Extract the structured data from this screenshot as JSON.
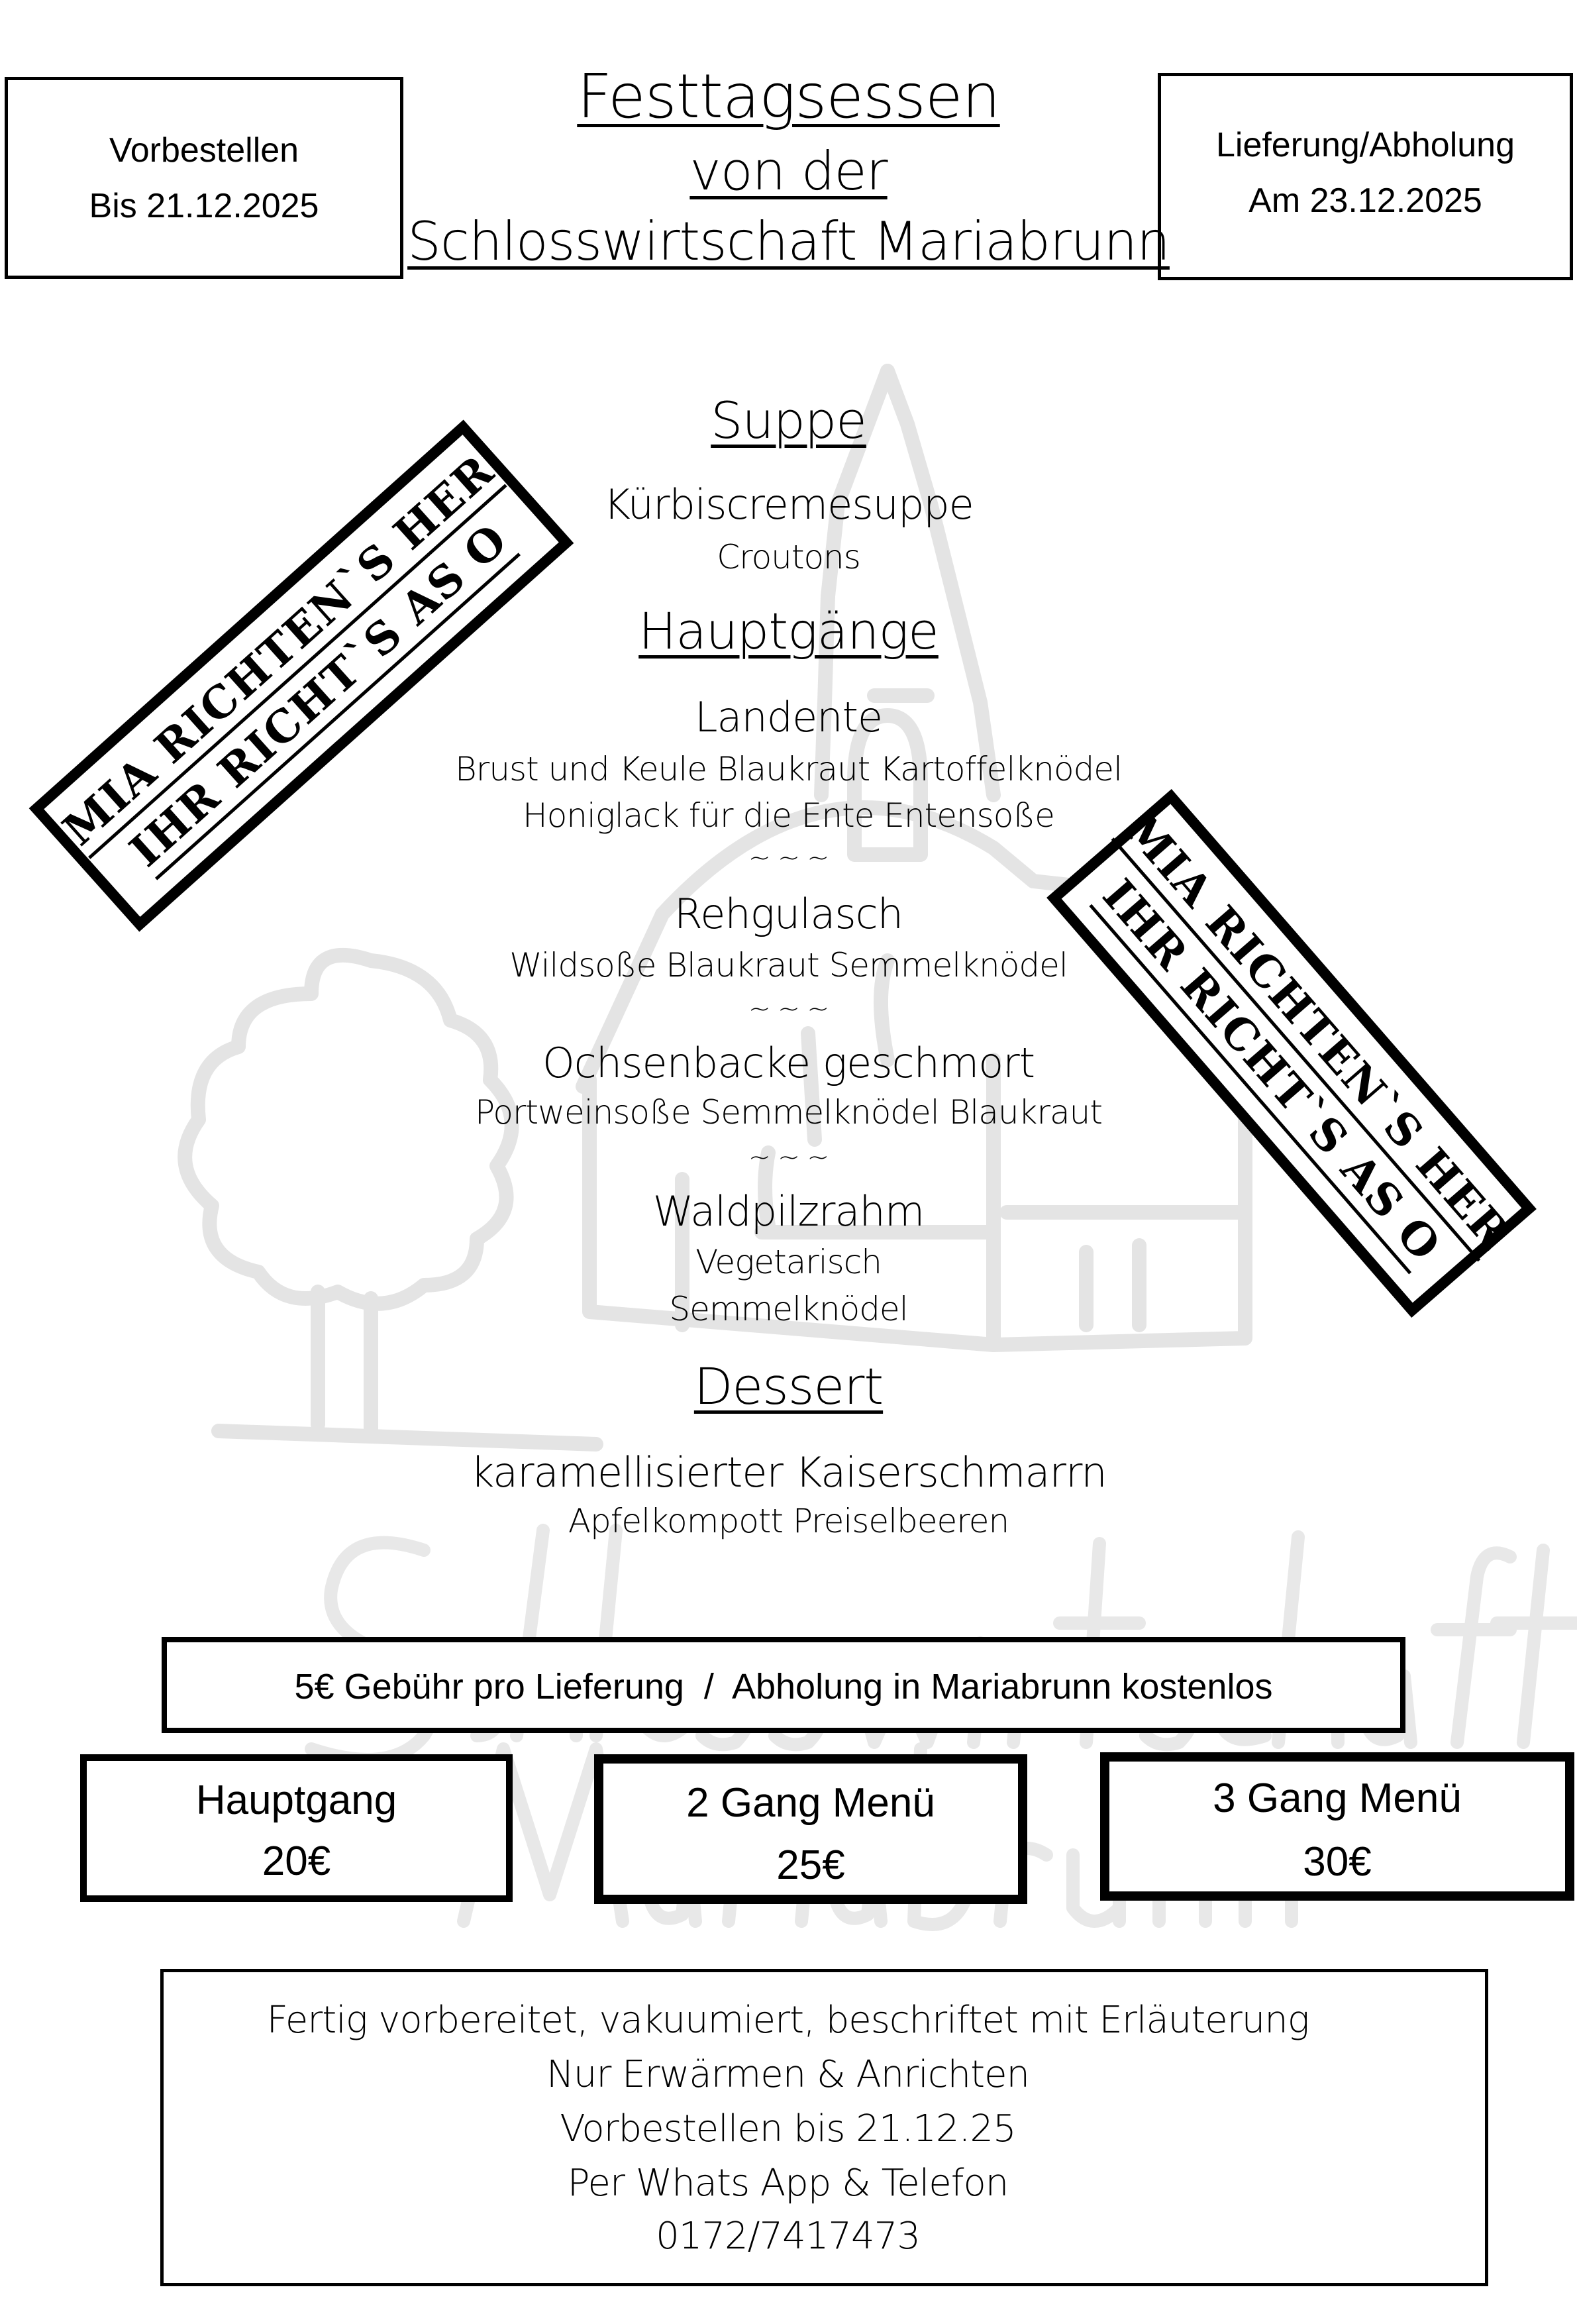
{
  "header": {
    "left_box": {
      "line1": "Vorbestellen",
      "line2": "Bis 21.12.2025"
    },
    "title": {
      "line1": "Festtagsessen",
      "line2": "von der",
      "line3": "Schlosswirtschaft Mariabrunn"
    },
    "right_box": {
      "line1": "Lieferung/Abholung",
      "line2": "Am 23.12.2025"
    }
  },
  "stamps": {
    "line1": "MIA RICHTEN`S HER",
    "line2": "IHR RICHT`S AS O"
  },
  "watermark": {
    "line1": "Schlosswirtschaft",
    "line2": "Mariabrunn"
  },
  "menu": {
    "soup": {
      "heading": "Suppe",
      "name": "Kürbiscremesuppe",
      "desc": "Croutons"
    },
    "mains": {
      "heading": "Hauptgänge",
      "separator": "~ ~ ~",
      "items": [
        {
          "name": "Landente",
          "desc": [
            "Brust und Keule Blaukraut Kartoffelknödel",
            "Honiglack für die Ente Entensoße"
          ]
        },
        {
          "name": "Rehgulasch",
          "desc": [
            "Wildsoße Blaukraut Semmelknödel"
          ]
        },
        {
          "name": "Ochsenbacke geschmort",
          "desc": [
            "Portweinsoße Semmelknödel Blaukraut"
          ]
        },
        {
          "name": "Waldpilzrahm",
          "desc": [
            "Vegetarisch",
            "Semmelknödel"
          ]
        }
      ]
    },
    "dessert": {
      "heading": "Dessert",
      "name": "karamellisierter Kaiserschmarrn",
      "desc": "Apfelkompott Preiselbeeren"
    }
  },
  "fee_note": "5€ Gebühr pro Lieferung  /  Abholung in Mariabrunn kostenlos",
  "prices": [
    {
      "label": "Hauptgang",
      "price": "20€"
    },
    {
      "label": "2 Gang Menü",
      "price": "25€"
    },
    {
      "label": "3 Gang Menü",
      "price": "30€"
    }
  ],
  "info": {
    "lines": [
      "Fertig vorbereitet, vakuumiert, beschriftet mit Erläuterung",
      "Nur Erwärmen & Anrichten",
      "Vorbestellen bis 21.12.25",
      "Per Whats App & Telefon",
      "0172/7417473"
    ]
  },
  "colors": {
    "ink": "#000000",
    "watermark": "#e6e6e6",
    "background": "#ffffff"
  }
}
